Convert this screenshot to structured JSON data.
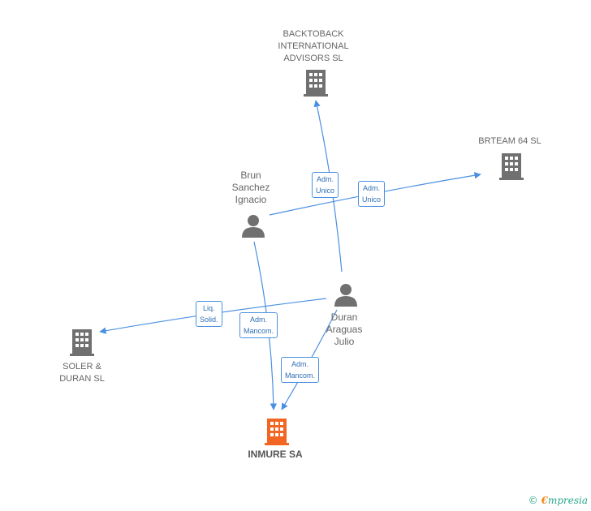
{
  "colors": {
    "edge": "#4a90e2",
    "company": "#707070",
    "main_company": "#f26522",
    "person": "#707070"
  },
  "nodes": {
    "backtoback": {
      "label": "BACKTOBACK\nINTERNATIONAL\nADVISORS SL",
      "icon": "building-icon"
    },
    "brteam": {
      "label": "BRTEAM 64 SL",
      "icon": "building-icon"
    },
    "brun": {
      "label": "Brun\nSanchez\nIgnacio",
      "icon": "person-icon"
    },
    "duran": {
      "label": "Duran\nAraguas\nJulio",
      "icon": "person-icon"
    },
    "soler": {
      "label": "SOLER &\nDURAN SL",
      "icon": "building-icon"
    },
    "inmure": {
      "label": "INMURE SA",
      "icon": "building-icon"
    }
  },
  "edges": {
    "duran_backtoback": "Adm.\nUnico",
    "brun_brteam": "Adm.\nUnico",
    "duran_soler": "Liq.\nSolid.",
    "brun_inmure": "Adm.\nMancom.",
    "duran_inmure": "Adm.\nMancom."
  },
  "footer": {
    "copyright": "©",
    "brand_first": "€",
    "brand_rest": "mpresia"
  }
}
